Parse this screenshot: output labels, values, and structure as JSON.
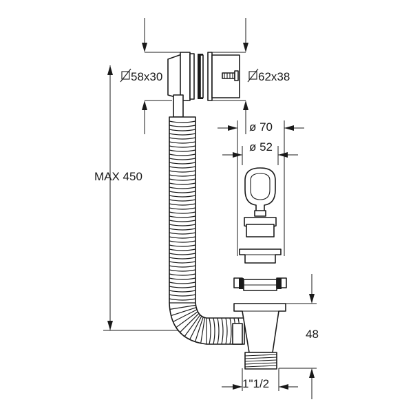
{
  "labels": {
    "overflow_small": "58x30",
    "overflow_large": "62x38",
    "max_length": "MAX 450",
    "diameter_outer": "ø 70",
    "diameter_inner": "ø 52",
    "height": "48",
    "thread": "1\"1/2"
  },
  "colors": {
    "line": "#1a1a1a",
    "background": "#ffffff"
  }
}
